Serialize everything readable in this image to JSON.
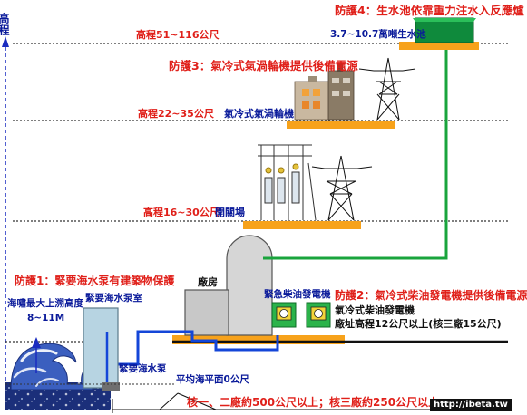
{
  "axis": {
    "label": "高程"
  },
  "elevations": {
    "level_top": "高程51~116公尺",
    "level_upper": "高程22~35公尺",
    "level_mid": "高程16~30公尺"
  },
  "defenses": {
    "d1": "防護1：緊要海水泵有建築物保護",
    "d2": "防護2：氣冷式柴油發電機提供後備電源",
    "d3": "防護3：氣冷式氣渦輪機提供後備電源",
    "d4": "防護4：生水池依靠重力注水入反應爐"
  },
  "labels": {
    "water_pool": "3.7~10.7萬噸生水池",
    "gas_turbine": "氣冷式氣渦輪機",
    "switchyard": "開關場",
    "plant": "廠房",
    "emergency_diesel": "緊急柴油發電機",
    "air_diesel": "氣冷式柴油發電機",
    "site_elevation": "廠址高程12公尺以上(核三廠15公尺)",
    "tsunami_height": "海嘯最大上溯高度",
    "tsunami_range": "8~11M",
    "pump_room": "緊要海水泵室",
    "seawater_pump": "緊要海水泵",
    "mean_sea_level": "平均海平面0公尺",
    "distance_note": "核一、二廠約500公尺以上；核三廠約250公尺以上",
    "watermark": "http://ibeta.tw"
  },
  "colors": {
    "red_text": "#e0201a",
    "blue_text": "#0a1a9a",
    "platform": "#f7a21b",
    "pool": "#0f8a3c",
    "pipe_blue": "#1446d8",
    "pipe_green": "#19a43c",
    "generator_green": "#2bb34a"
  }
}
